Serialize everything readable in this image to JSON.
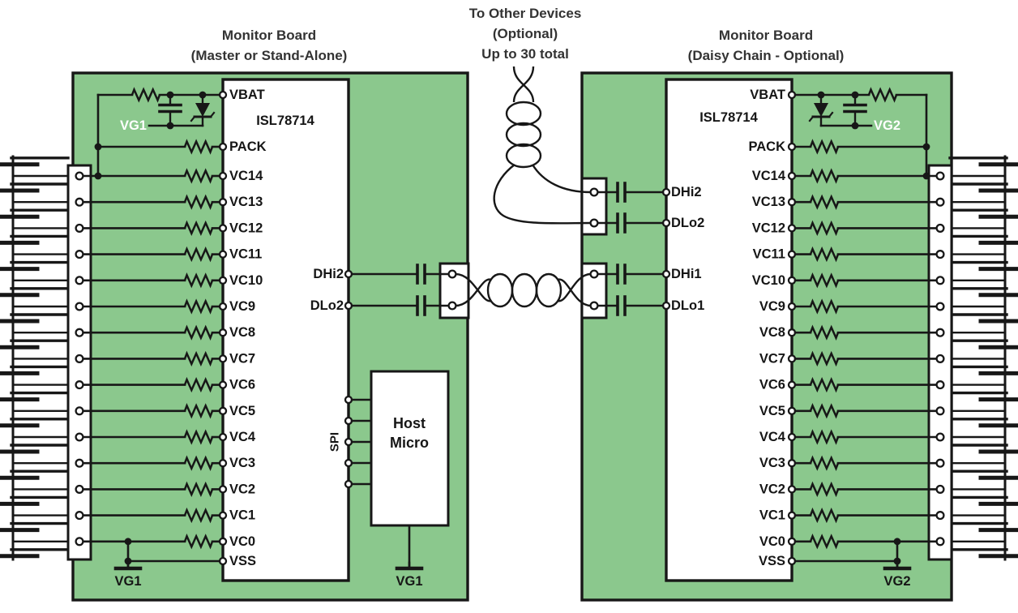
{
  "titles": {
    "left": [
      "Monitor Board",
      "(Master or Stand-Alone)"
    ],
    "center": [
      "To Other Devices",
      "(Optional)",
      "Up to 30 total"
    ],
    "right": [
      "Monitor Board",
      "(Daisy Chain - Optional)"
    ]
  },
  "left_board": {
    "chip": "ISL78714",
    "pins": [
      "VBAT",
      "PACK",
      "VC14",
      "VC13",
      "VC12",
      "VC11",
      "VC10",
      "VC9",
      "VC8",
      "VC7",
      "VC6",
      "VC5",
      "VC4",
      "VC3",
      "VC2",
      "VC1",
      "VC0",
      "VSS"
    ],
    "data_pins": [
      "DHi2",
      "DLo2"
    ],
    "spi": "SPI",
    "host": [
      "Host",
      "Micro"
    ],
    "vg_top": "VG1",
    "vg_bottom": "VG1",
    "vg_host": "VG1"
  },
  "right_board": {
    "chip": "ISL78714",
    "pins": [
      "VBAT",
      "PACK",
      "VC14",
      "VC13",
      "VC12",
      "VC11",
      "VC10",
      "VC9",
      "VC8",
      "VC7",
      "VC6",
      "VC5",
      "VC4",
      "VC3",
      "VC2",
      "VC1",
      "VC0",
      "VSS"
    ],
    "data_pins": [
      "DHi2",
      "DLo2",
      "DHi1",
      "DLo1"
    ],
    "vg_top": "VG2",
    "vg_bottom": "VG2"
  },
  "colors": {
    "board_green": "#8bc88d",
    "wire": "#171717",
    "box_fill": "#ffffff",
    "vg_white": "#ffffff",
    "text_dark": "#161616"
  }
}
